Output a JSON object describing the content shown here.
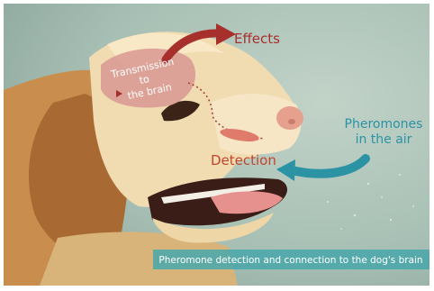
{
  "labels": {
    "effects": "Effects",
    "transmission": [
      "Transmission",
      "to",
      "the brain"
    ],
    "pheromones": [
      "Pheromones",
      "in the air"
    ],
    "detection": "Detection",
    "caption": "Pheromone detection and connection to the dog's brain"
  },
  "colors": {
    "background": "#a9c2b6",
    "brain_region": "#d99a93",
    "effects_arrow": "#a8302c",
    "detection_text": "#c1452a",
    "pheromone_arrow": "#2c93a4",
    "pheromone_text": "#2c93a4",
    "caption_band": "#4ea7aa",
    "caption_text": "#ffffff"
  }
}
